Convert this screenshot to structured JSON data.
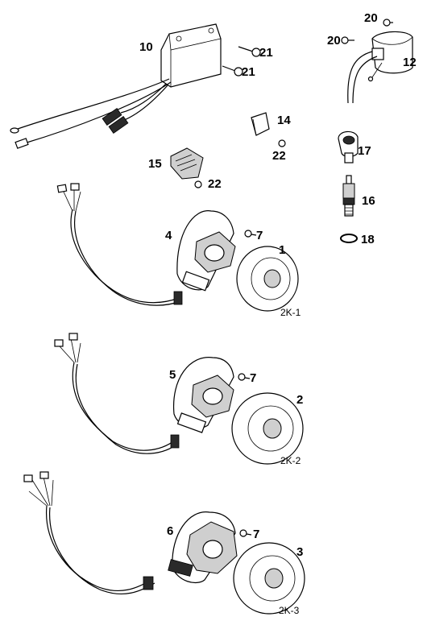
{
  "parts": {
    "p1": "1",
    "p2": "2",
    "p3": "3",
    "p4": "4",
    "p5": "5",
    "p6": "6",
    "p7a": "7",
    "p7b": "7",
    "p7c": "7",
    "p10": "10",
    "p12": "12",
    "p14": "14",
    "p15": "15",
    "p16": "16",
    "p17": "17",
    "p18": "18",
    "p20a": "20",
    "p20b": "20",
    "p21a": "21",
    "p21b": "21",
    "p22a": "22",
    "p22b": "22"
  },
  "variants": {
    "v1": "2K-1",
    "v2": "2K-2",
    "v3": "2K-3"
  }
}
